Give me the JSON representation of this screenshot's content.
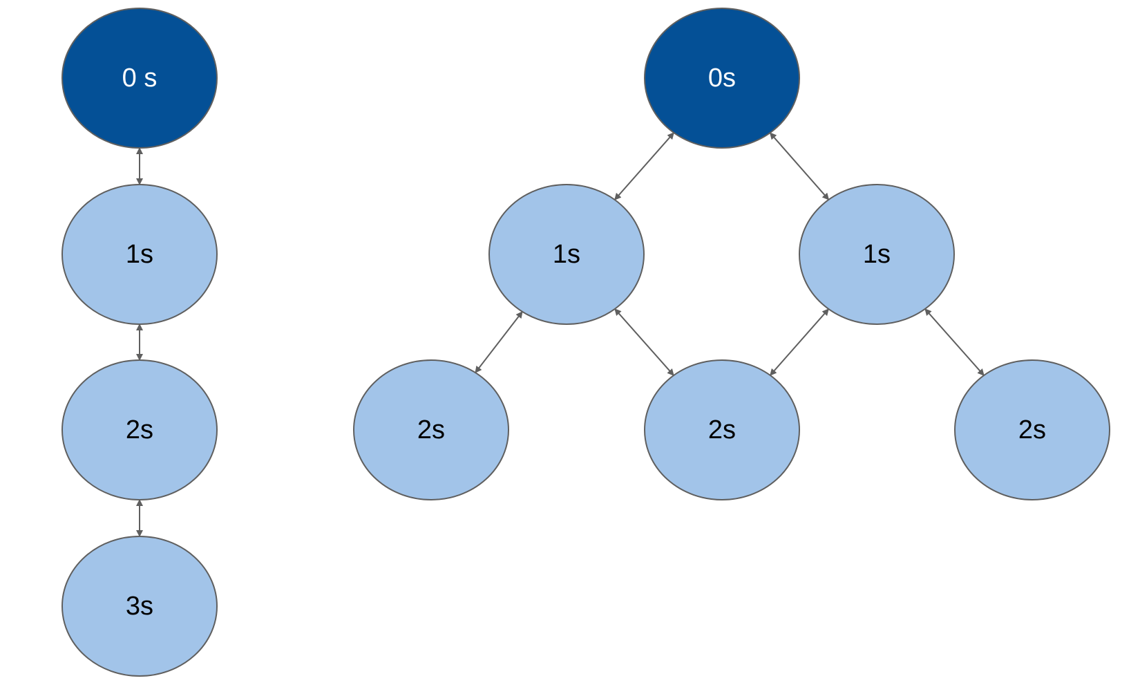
{
  "colors": {
    "root_fill": "#045096",
    "child_fill": "#A2C4E9",
    "node_stroke": "#5F5F5F",
    "edge_stroke": "#5F5F5F",
    "root_text": "#FFFFFF",
    "child_text": "#000000"
  },
  "chain": {
    "nodes": [
      {
        "id": "c0",
        "label": "0 s",
        "kind": "root"
      },
      {
        "id": "c1",
        "label": "1s",
        "kind": "child"
      },
      {
        "id": "c2",
        "label": "2s",
        "kind": "child"
      },
      {
        "id": "c3",
        "label": "3s",
        "kind": "child"
      }
    ],
    "edges": [
      {
        "from": "c0",
        "to": "c1",
        "arrows": "both"
      },
      {
        "from": "c1",
        "to": "c2",
        "arrows": "both"
      },
      {
        "from": "c2",
        "to": "c3",
        "arrows": "both"
      }
    ]
  },
  "tree": {
    "nodes": [
      {
        "id": "t0",
        "label": "0s",
        "kind": "root"
      },
      {
        "id": "t1a",
        "label": "1s",
        "kind": "child"
      },
      {
        "id": "t1b",
        "label": "1s",
        "kind": "child"
      },
      {
        "id": "t2a",
        "label": "2s",
        "kind": "child"
      },
      {
        "id": "t2b",
        "label": "2s",
        "kind": "child"
      },
      {
        "id": "t2c",
        "label": "2s",
        "kind": "child"
      }
    ],
    "edges": [
      {
        "from": "t0",
        "to": "t1a",
        "arrows": "both"
      },
      {
        "from": "t0",
        "to": "t1b",
        "arrows": "both"
      },
      {
        "from": "t1a",
        "to": "t2a",
        "arrows": "both"
      },
      {
        "from": "t1a",
        "to": "t2b",
        "arrows": "both"
      },
      {
        "from": "t1b",
        "to": "t2b",
        "arrows": "both"
      },
      {
        "from": "t1b",
        "to": "t2c",
        "arrows": "both"
      }
    ]
  }
}
